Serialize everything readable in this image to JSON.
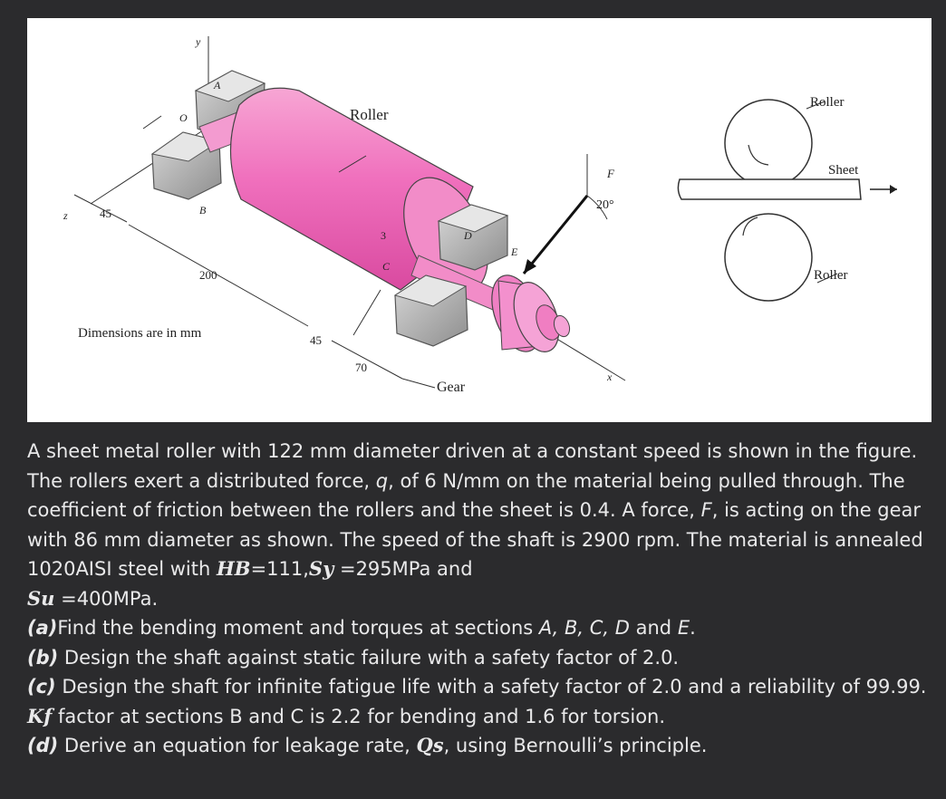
{
  "figure": {
    "labels": {
      "roller": "Roller",
      "roller_top": "Roller",
      "roller_bottom": "Roller",
      "sheet": "Sheet",
      "gear": "Gear",
      "dimensions_note": "Dimensions are in mm",
      "force": "F",
      "angle": "20°",
      "dim_45_left": "45",
      "dim_200": "200",
      "dim_45_right": "45",
      "dim_70": "70",
      "dim_3": "3",
      "point_A": "A",
      "point_B": "B",
      "point_C": "C",
      "point_D": "D",
      "point_E": "E",
      "origin_O": "O",
      "axis_x": "x",
      "axis_y": "y",
      "axis_z": "z"
    }
  },
  "problem": {
    "intro_1": "A sheet metal roller with 122 mm diameter driven at a constant speed is shown in the figure. The rollers exert a distributed force, ",
    "q": "q",
    "intro_2": ", of 6 N/mm on the material being pulled through. The coefficient of friction between the rollers and the sheet is 0.4. A force, ",
    "F": "F",
    "intro_3": ", is acting on the gear with 86 mm diameter as shown. The speed of the shaft is 2900 rpm. The material is annealed 1020AISI steel with ",
    "HB": "HB",
    "hb_val": "=111,",
    "Sy": "Sy",
    "sy_val": " =295MPa and",
    "Su": "Su",
    "su_val": " =400MPa.",
    "a_tag": "(a)",
    "a_text_1": "Find the bending moment and torques at sections ",
    "a_sections": "A, B, C, D",
    "a_and": " and ",
    "a_E": "E",
    "a_end": ".",
    "b_tag": "(b)",
    "b_text": " Design the shaft against static failure with a safety factor of 2.0.",
    "c_tag": "(c)",
    "c_text_1": " Design the shaft for infinite fatigue life with a safety factor of 2.0 and a reliability of 99.99. ",
    "Kf": "Kf",
    "c_text_2": " factor at sections B and C is 2.2 for bending and 1.6 for torsion.",
    "d_tag": "(d)",
    "d_text_1": " Derive an equation for leakage rate, ",
    "Qs": "Qs",
    "d_text_2": ", using Bernoulli’s principle."
  }
}
